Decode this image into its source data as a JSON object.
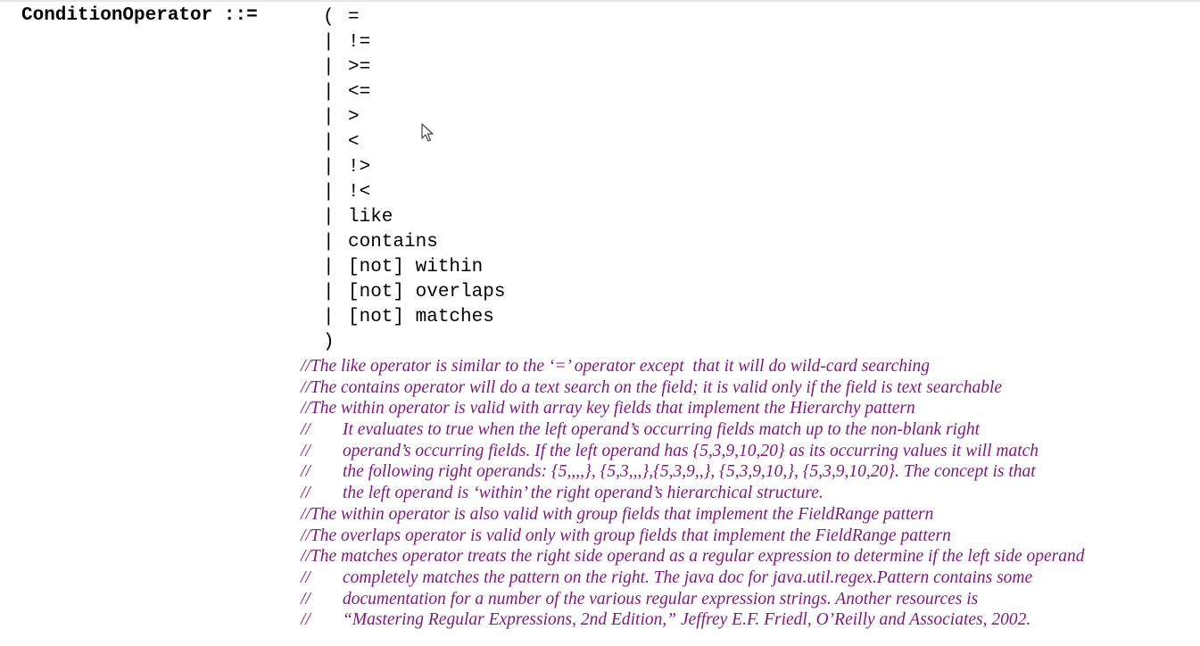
{
  "production": {
    "name": "ConditionOperator",
    "assign": "::="
  },
  "grammar": {
    "rows": [
      {
        "sep": "(",
        "value": "="
      },
      {
        "sep": "|",
        "value": "!="
      },
      {
        "sep": "|",
        "value": ">="
      },
      {
        "sep": "|",
        "value": "<="
      },
      {
        "sep": "|",
        "value": ">"
      },
      {
        "sep": "|",
        "value": "<"
      },
      {
        "sep": "|",
        "value": "!>"
      },
      {
        "sep": "|",
        "value": "!<"
      },
      {
        "sep": "|",
        "value": "like"
      },
      {
        "sep": "|",
        "value": "contains"
      },
      {
        "sep": "|",
        "value": "[not] within"
      },
      {
        "sep": "|",
        "value": "[not] overlaps"
      },
      {
        "sep": "|",
        "value": "[not] matches"
      },
      {
        "sep": ")",
        "value": ""
      }
    ]
  },
  "comments": [
    {
      "prefix": "//",
      "text": "The like operator is similar to the ‘=’ operator except  that it will do wild-card searching",
      "indent": false
    },
    {
      "prefix": "//",
      "text": "The contains operator will do a text search on the field; it is valid only if the field is text searchable",
      "indent": false
    },
    {
      "prefix": "//",
      "text": "The within operator is valid with array key fields that implement the Hierarchy pattern",
      "indent": false
    },
    {
      "prefix": "//",
      "text": "It evaluates to true when the left operand’s occurring fields match up to the non-blank right",
      "indent": true
    },
    {
      "prefix": "//",
      "text": "operand’s occurring fields. If the left operand has {5,3,9,10,20} as its occurring values it will match",
      "indent": true
    },
    {
      "prefix": "//",
      "text": "the following right operands: {5,,,,}, {5,3,,,},{5,3,9,,}, {5,3,9,10,}, {5,3,9,10,20}. The concept is that",
      "indent": true
    },
    {
      "prefix": "//",
      "text": "the left operand is ‘within’ the right operand’s hierarchical structure.",
      "indent": true
    },
    {
      "prefix": "//",
      "text": "The within operator is also valid with group fields that implement the FieldRange pattern",
      "indent": false
    },
    {
      "prefix": "//",
      "text": "The overlaps operator is valid only with group fields that implement the FieldRange pattern",
      "indent": false
    },
    {
      "prefix": "//",
      "text": "The matches operator treats the right side operand as a regular expression to determine if the left side operand",
      "indent": false
    },
    {
      "prefix": "//",
      "text": "completely matches the pattern on the right. The java doc for java.util.regex.Pattern contains some",
      "indent": true
    },
    {
      "prefix": "//",
      "text": "documentation for a number of the various regular expression strings. Another resources is",
      "indent": true
    },
    {
      "prefix": "//",
      "text": "“Mastering Regular Expressions, 2nd Edition,” Jeffrey E.F. Friedl, O’Reilly and Associates, 2002.",
      "indent": true
    }
  ],
  "colors": {
    "comment": "#7a1a7a",
    "code": "#000000"
  },
  "icons": {
    "cursor": "mouse-pointer-icon"
  }
}
